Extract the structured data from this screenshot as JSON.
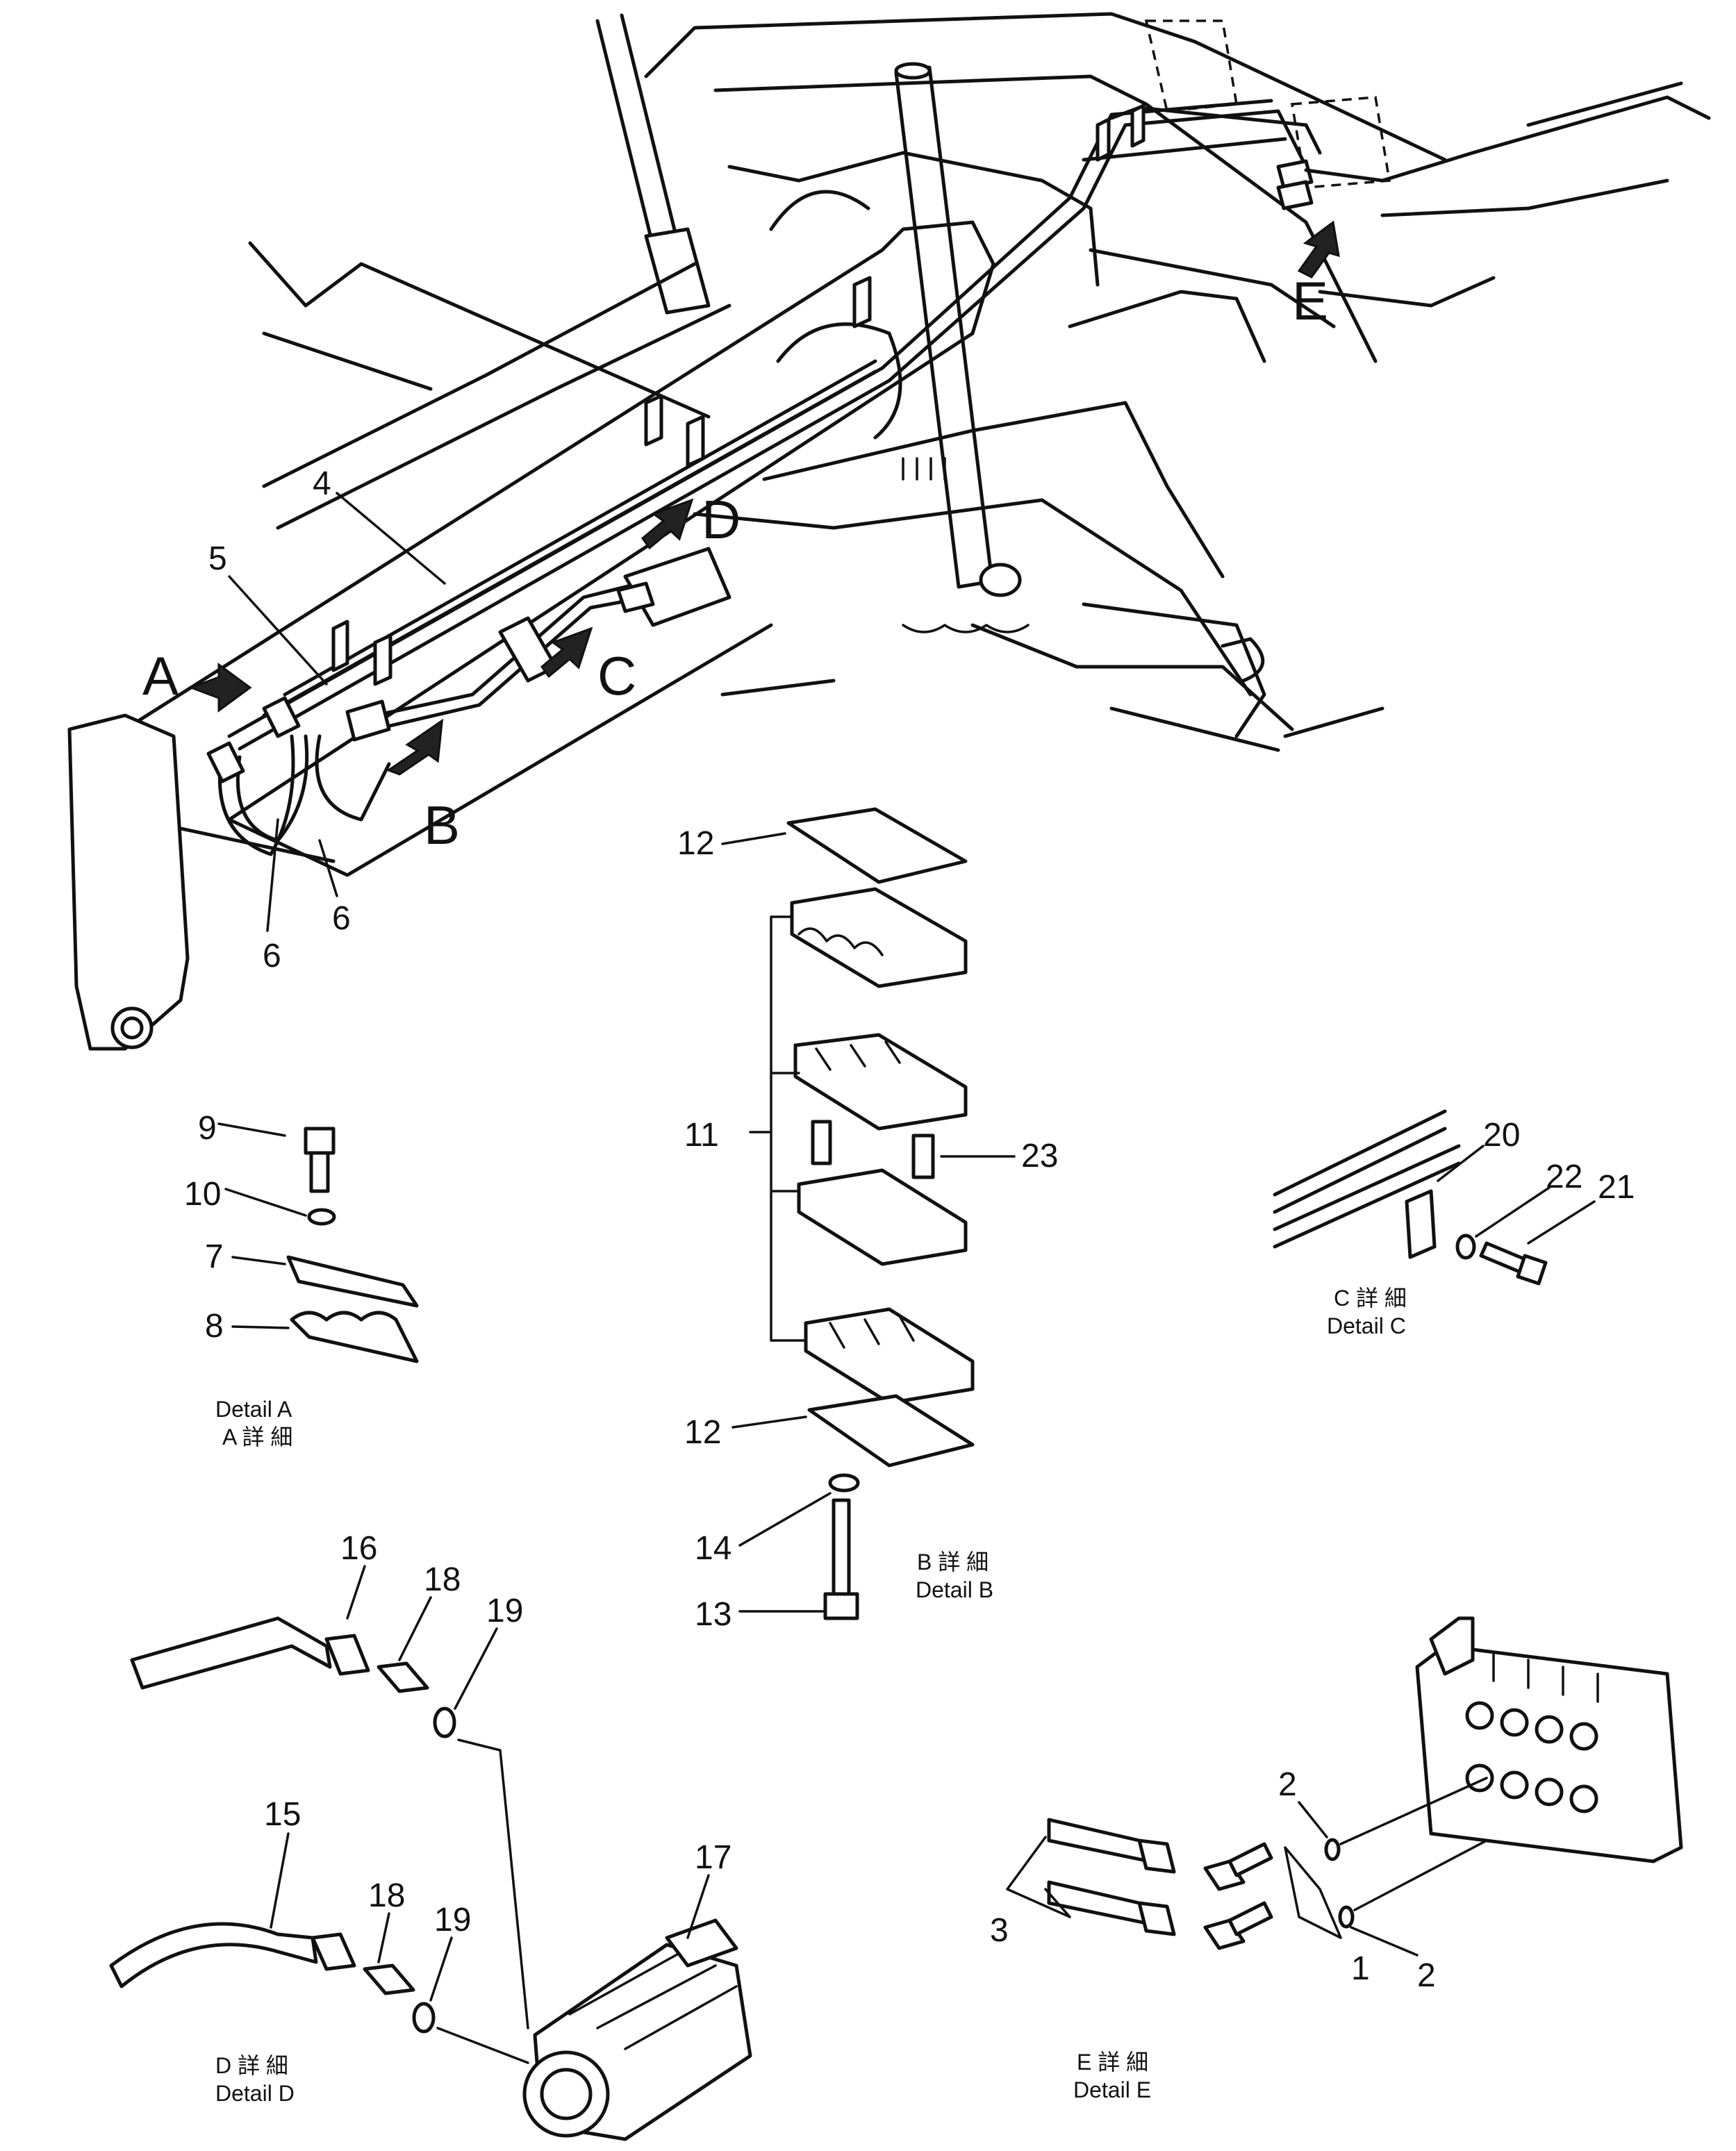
{
  "views": {
    "A": "A",
    "B": "B",
    "C": "C",
    "D": "D",
    "E": "E"
  },
  "detail_captions": {
    "A": {
      "line1": "Detail  A",
      "line2": "A  詳  細"
    },
    "B": {
      "line1": "B  詳  細",
      "line2": "Detail  B"
    },
    "C": {
      "line1": "C  詳  細",
      "line2": "Detail  C"
    },
    "D": {
      "line1": "D  詳  細",
      "line2": "Detail  D"
    },
    "E": {
      "line1": "E  詳  細",
      "line2": "Detail  E"
    }
  },
  "callouts": {
    "c1": "1",
    "c2a": "2",
    "c2b": "2",
    "c3": "3",
    "c4": "4",
    "c5": "5",
    "c6a": "6",
    "c6b": "6",
    "c7": "7",
    "c8": "8",
    "c9": "9",
    "c10": "10",
    "c11": "11",
    "c12a": "12",
    "c12b": "12",
    "c13": "13",
    "c14": "14",
    "c15": "15",
    "c16": "16",
    "c17": "17",
    "c18a": "18",
    "c18b": "18",
    "c19a": "19",
    "c19b": "19",
    "c20": "20",
    "c21": "21",
    "c22": "22",
    "c23": "23"
  }
}
